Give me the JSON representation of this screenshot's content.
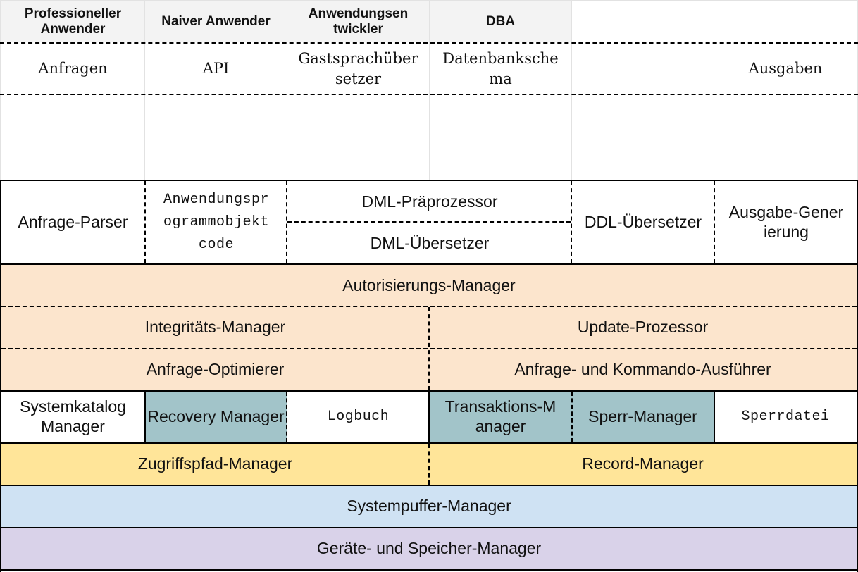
{
  "headers": {
    "professioneller_anwender": "Professioneller Anwender",
    "naiver_anwender": "Naiver Anwender",
    "anwendungsentwickler": "Anwendungsen twickler",
    "dba": "DBA"
  },
  "inputs": {
    "anfragen": "Anfragen",
    "api": "API",
    "gastsprachuebersetzer": "Gastsprachüber setzer",
    "datenbankschema": "Datenbanksche ma",
    "ausgaben": "Ausgaben"
  },
  "compiler_layer": {
    "anfrage_parser": "Anfrage-Parser",
    "anwendungsprogrammobjektcode": "Anwendungspr ogrammobjekt code",
    "dml_praeprozessor": "DML-Präprozessor",
    "dml_uebersetzer": "DML-Übersetzer",
    "ddl_uebersetzer": "DDL-Übersetzer",
    "ausgabe_generierung": "Ausgabe-Gener ierung"
  },
  "query_layer": {
    "autorisierungs_manager": "Autorisierungs-Manager",
    "integritaets_manager": "Integritäts-Manager",
    "update_prozessor": "Update-Prozessor",
    "anfrage_optimierer": "Anfrage-Optimierer",
    "anfrage_kommando_ausfuehrer": "Anfrage- und Kommando-Ausführer"
  },
  "transaction_layer": {
    "systemkatalog_manager": "Systemkatalog Manager",
    "recovery_manager": "Recovery Manager",
    "logbuch": "Logbuch",
    "transaktions_manager": "Transaktions-M anager",
    "sperr_manager": "Sperr-Manager",
    "sperrdatei": "Sperrdatei"
  },
  "storage_layer": {
    "zugriffspfad_manager": "Zugriffspfad-Manager",
    "record_manager": "Record-Manager",
    "systempuffer_manager": "Systempuffer-Manager",
    "geraete_speicher_manager": "Geräte- und Speicher-Manager"
  },
  "colors": {
    "header_bg": "#f3f3f3",
    "peach": "#fce5cd",
    "teal": "#a2c4c9",
    "yellow": "#ffe599",
    "blue": "#cfe2f3",
    "purple": "#d9d2e9"
  }
}
